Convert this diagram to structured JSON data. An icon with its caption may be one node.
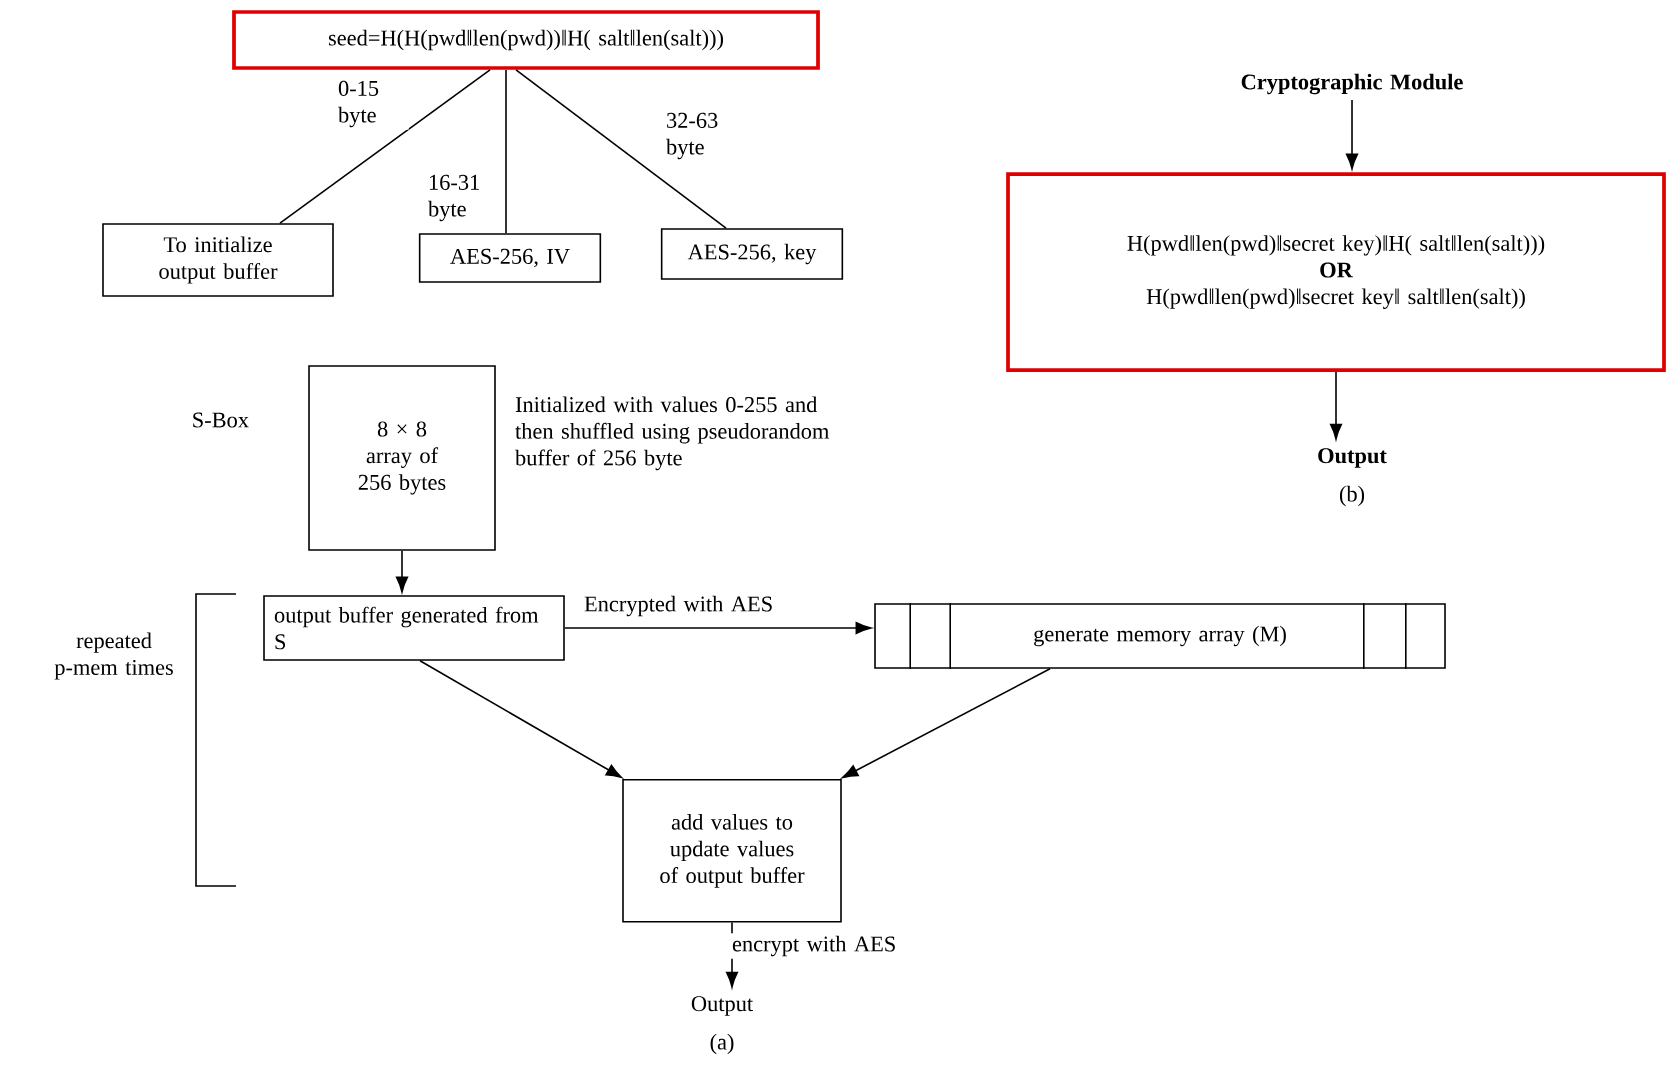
{
  "diagram": {
    "nodes": [
      {
        "text": [
          "seed=H(H(pwd‖len(pwd))‖H( salt‖len(salt)))"
        ]
      },
      {
        "text": [
          "To initialize output buffer"
        ]
      },
      {
        "text": [
          "AES-256, IV"
        ]
      },
      {
        "text": [
          "AES-256, key"
        ]
      },
      {
        "text": [
          "8 × 8 array of 256 bytes"
        ],
        "beside": [
          "S-Box",
          "Initialized with values 0-255 and then shuffled using pseudorandom buffer of 256 byte"
        ]
      },
      {
        "text": [
          "output buffer generated from S"
        ]
      },
      {
        "text": [
          "generate memory array (M)"
        ]
      },
      {
        "text": [
          "add values to update values of output buffer"
        ]
      },
      {
        "text": [
          "Output"
        ]
      },
      {
        "text": [
          "Cryptographic Module"
        ]
      },
      {
        "text": [
          "H(pwd‖len(pwd)‖secret key)‖H( salt‖len(salt)))",
          "OR",
          "H(pwd‖len(pwd)‖secret key‖ salt‖len(salt))"
        ]
      },
      {
        "text": [
          "Output"
        ]
      }
    ],
    "edges": [
      {
        "from": 0,
        "to": 1,
        "arrow": "none",
        "label": "0-15 byte"
      },
      {
        "from": 0,
        "to": 2,
        "arrow": "none",
        "label": "16-31 byte"
      },
      {
        "from": 0,
        "to": 3,
        "arrow": "none",
        "label": "32-63 byte"
      },
      {
        "from": 4,
        "to": 5,
        "arrow": "to"
      },
      {
        "from": 5,
        "to": 6,
        "arrow": "to",
        "label": "Encrypted with AES"
      },
      {
        "from": 5,
        "to": 7,
        "arrow": "to"
      },
      {
        "from": 6,
        "to": 7,
        "arrow": "to"
      },
      {
        "from": 7,
        "to": 8,
        "arrow": "to",
        "label": "encrypt with AES"
      },
      {
        "from": 9,
        "to": 10,
        "arrow": "to"
      },
      {
        "from": 10,
        "to": 11,
        "arrow": "to"
      }
    ],
    "labels": [
      "repeated p-mem times",
      "(a)",
      "(b)"
    ]
  }
}
